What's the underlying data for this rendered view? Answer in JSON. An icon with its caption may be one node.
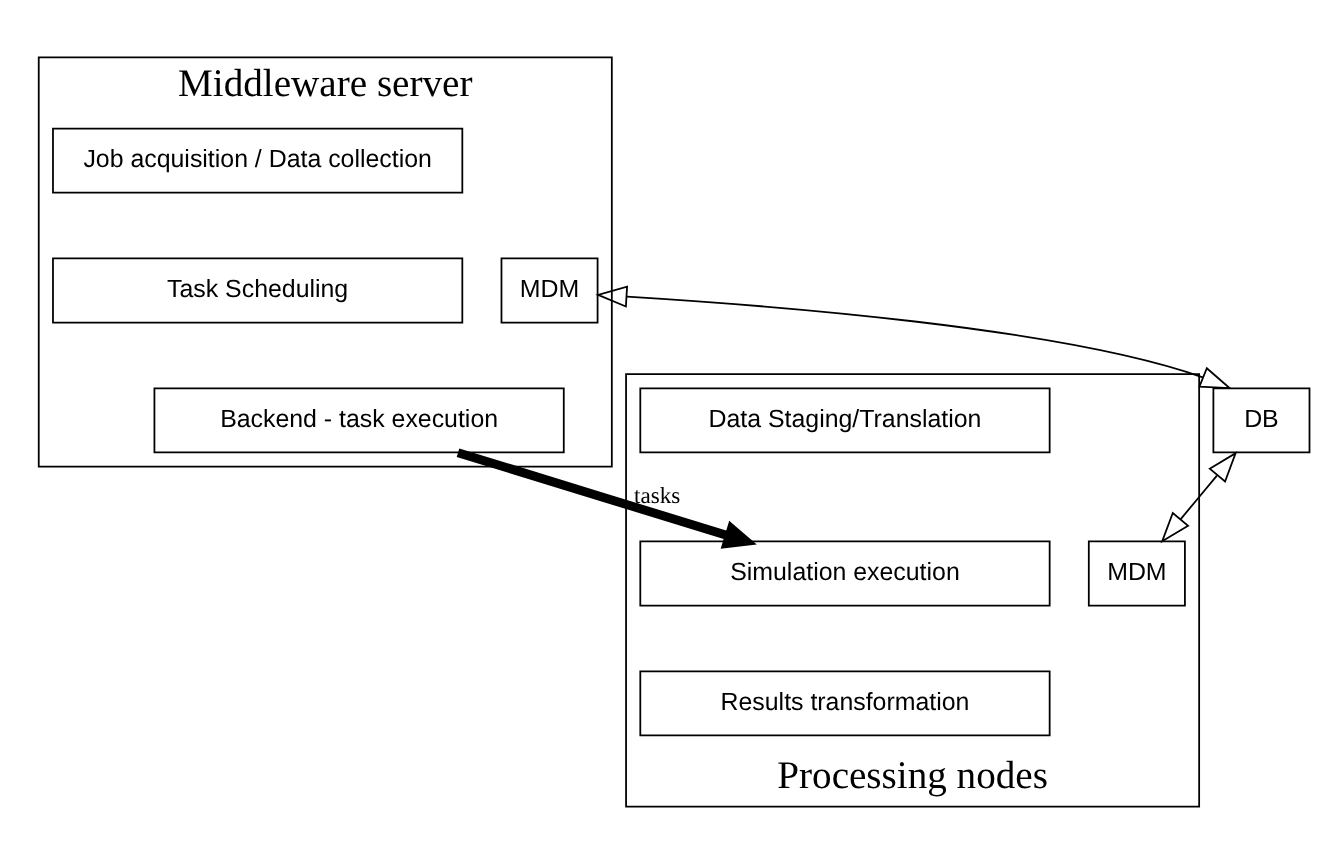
{
  "diagram": {
    "nodes": [
      {
        "text": [
          "Middleware server"
        ]
      },
      {
        "text": [
          "Job acquisition / Data collection"
        ],
        "in": 0
      },
      {
        "text": [
          "Task Scheduling"
        ],
        "in": 0
      },
      {
        "text": [
          "Backend - task execution"
        ],
        "in": 0
      },
      {
        "text": [
          "MDM"
        ],
        "in": 0
      },
      {
        "text": [
          "DB"
        ]
      },
      {
        "text": [
          "Processing nodes"
        ]
      },
      {
        "text": [
          "Data Staging/Translation"
        ],
        "in": 6
      },
      {
        "text": [
          "Simulation execution"
        ],
        "in": 6
      },
      {
        "text": [
          "Results transformation"
        ],
        "in": 6
      },
      {
        "text": [
          "MDM"
        ],
        "in": 6
      }
    ],
    "edges": [
      {
        "from": 4,
        "to": 5,
        "arrow": "both"
      },
      {
        "from": 5,
        "to": 10,
        "arrow": "both"
      },
      {
        "from": 3,
        "to": 8,
        "arrow": "to",
        "label": "tasks",
        "style": "thick"
      }
    ]
  }
}
